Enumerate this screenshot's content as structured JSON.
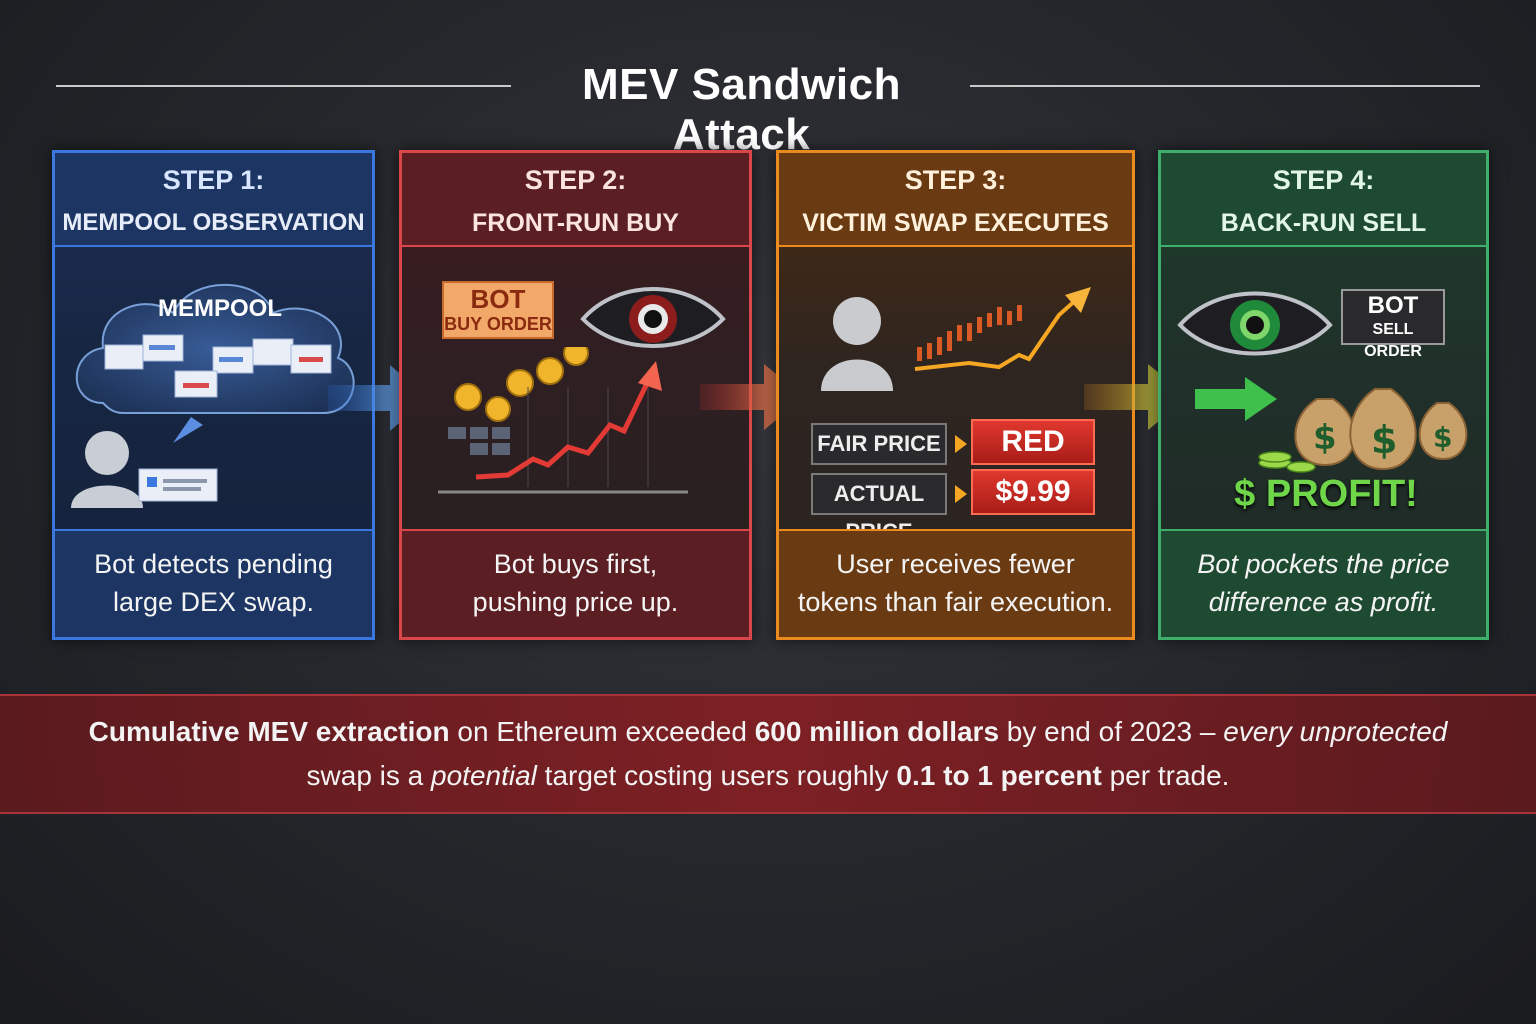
{
  "title": "MEV Sandwich Attack",
  "steps": [
    {
      "step": "STEP 1:",
      "name": "MEMPOOL OBSERVATION",
      "line1": "Bot detects pending",
      "line2": "large DEX swap.",
      "cloud_label": "MEMPOOL"
    },
    {
      "step": "STEP 2:",
      "name": "FRONT-RUN BUY",
      "line1": "Bot buys first,",
      "line2": "pushing price up.",
      "sign_top": "BOT",
      "sign_bottom": "BUY ORDER"
    },
    {
      "step": "STEP 3:",
      "name": "VICTIM SWAP EXECUTES",
      "line1": "User receives fewer",
      "line2": "tokens than fair execution.",
      "fair_label": "FAIR PRICE",
      "fair_value": "RED",
      "actual_label": "ACTUAL PRICE",
      "actual_value": "$9.99"
    },
    {
      "step": "STEP 4:",
      "name": "BACK-RUN SELL",
      "line1": "Bot pockets the price",
      "line2": "difference as profit.",
      "sign_top": "BOT",
      "sign_bottom": "SELL ORDER",
      "profit": "$ PROFIT!"
    }
  ],
  "banner": {
    "l1_a": "Cumulative MEV extraction",
    "l1_b": " on Ethereum exceeded ",
    "l1_c": "600 million dollars",
    "l1_d": " by end of 2023 – ",
    "l1_e": "every unprotected",
    "l2_a": "swap is a ",
    "l2_b": "potential",
    "l2_c": " target costing users roughly ",
    "l2_d": "0.1 to 1 percent",
    "l2_e": " per trade."
  },
  "colors": {
    "step1": "#3a78e0",
    "step2": "#d9474a",
    "step3": "#eb8a1e",
    "step4": "#3fae6a",
    "banner": "#8c1e22"
  }
}
